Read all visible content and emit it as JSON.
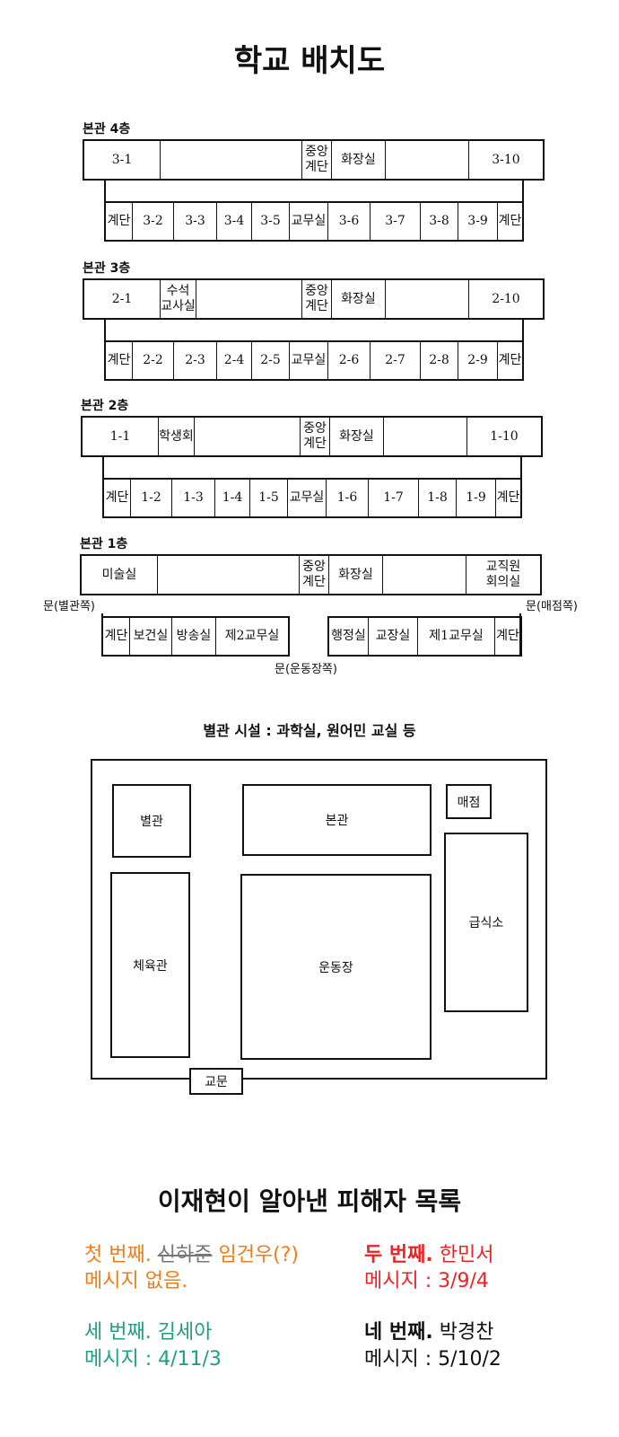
{
  "title": "학교 배치도",
  "floors": [
    {
      "label": "본관 4층",
      "upper": [
        "3-1",
        "",
        "중앙\n계단",
        "화장실",
        "",
        "3-10"
      ],
      "lower": [
        "계단",
        "3-2",
        "3-3",
        "3-4",
        "3-5",
        "교무실",
        "3-6",
        "3-7",
        "3-8",
        "3-9",
        "계단"
      ]
    },
    {
      "label": "본관 3층",
      "upper": [
        "2-1",
        "수석\n교사실",
        "",
        "중앙\n계단",
        "화장실",
        "",
        "2-10"
      ],
      "lower": [
        "계단",
        "2-2",
        "2-3",
        "2-4",
        "2-5",
        "교무실",
        "2-6",
        "2-7",
        "2-8",
        "2-9",
        "계단"
      ]
    },
    {
      "label": "본관 2층",
      "upper": [
        "1-1",
        "학생회",
        "",
        "중앙\n계단",
        "화장실",
        "",
        "1-10"
      ],
      "lower": [
        "계단",
        "1-2",
        "1-3",
        "1-4",
        "1-5",
        "교무실",
        "1-6",
        "1-7",
        "1-8",
        "1-9",
        "계단"
      ]
    },
    {
      "label": "본관 1층",
      "upper": [
        "미술실",
        "",
        "중앙\n계단",
        "화장실",
        "",
        "교직원\n회의실"
      ],
      "lower_left": [
        "계단",
        "보건실",
        "방송실",
        "제2교무실"
      ],
      "lower_right": [
        "행정실",
        "교장실",
        "제1교무실",
        "계단"
      ],
      "door_left": "문(별관쪽)",
      "door_right": "문(매점쪽)",
      "door_bottom": "문(운동장쪽)"
    }
  ],
  "annex_title": "별관 시설 : 과학실, 원어민 교실 등",
  "campus_map": {
    "annex": "별관",
    "main": "본관",
    "store": "매점",
    "gym": "체육관",
    "field": "운동장",
    "cafeteria": "급식소",
    "gate": "교문"
  },
  "victims_title": "이재현이 알아낸 피해자 목록",
  "victims": [
    {
      "ordinal": "첫 번째.",
      "name_struck": "신하준",
      "name": "임건우(?)",
      "message": "메시지 없음.",
      "color": "#f07d1a"
    },
    {
      "ordinal": "두 번째.",
      "name": "한민서",
      "message": "메시지 : 3/9/4",
      "color": "#ee2222"
    },
    {
      "ordinal": "세 번째.",
      "name": "김세아",
      "message": "메시지 : 4/11/3",
      "color": "#1f9e80"
    },
    {
      "ordinal": "네 번째.",
      "name": "박경찬",
      "message": "메시지 : 5/10/2",
      "color": "#111111"
    }
  ]
}
